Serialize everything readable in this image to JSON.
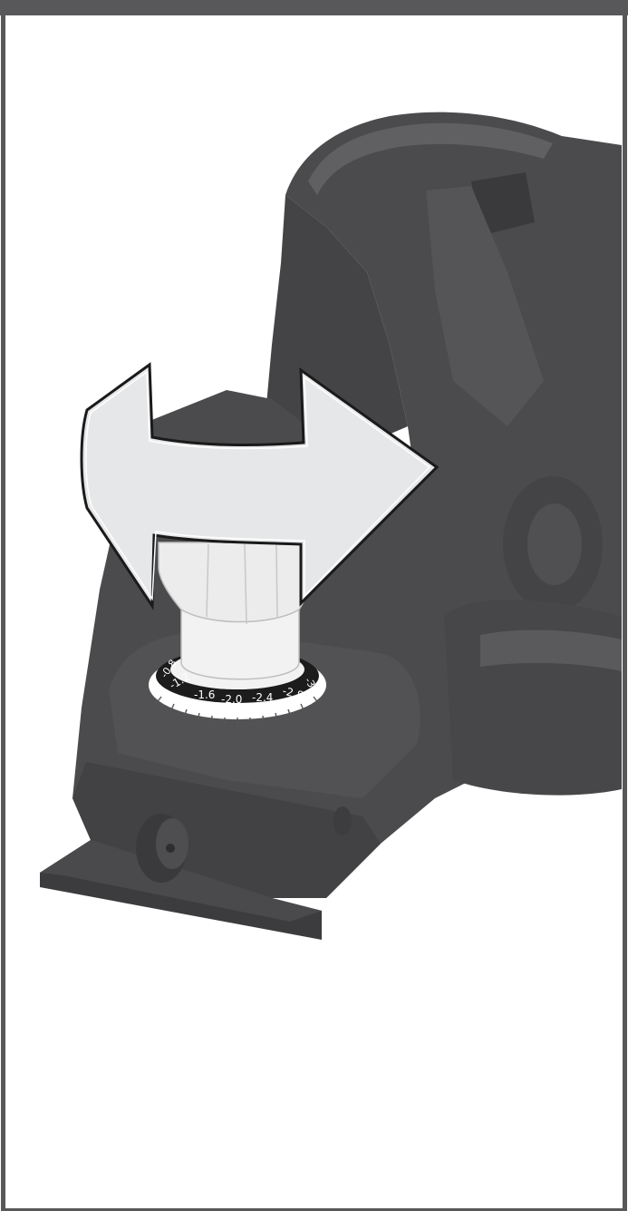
{
  "illustration": {
    "subject": "electric-planer",
    "icons": {
      "rotate": "double-headed-curved-arrow-icon",
      "dial": "depth-dial-icon",
      "knob": "side-knob-icon"
    },
    "colors": {
      "header_bar": "#58585a",
      "frame_border": "#58585a",
      "tool_body": "#4b4b4d",
      "tool_edge": "#3b3b3d",
      "tool_highlight": "#6a6a6c",
      "arrow_fill": "#e6e7e8",
      "arrow_stroke": "#1a1a1a",
      "knob_fill": "#f2f2f2",
      "dial_band": "#1c1c1c",
      "dial_text": "#ffffff"
    },
    "dial": {
      "scale_labels": [
        "-0.8",
        "-1.2",
        "-1.6",
        "-2.0",
        "-2.4",
        "-2.8",
        "-3.2"
      ],
      "scale_values": [
        -0.8,
        -1.2,
        -1.6,
        -2.0,
        -2.4,
        -2.8,
        -3.2
      ]
    }
  }
}
